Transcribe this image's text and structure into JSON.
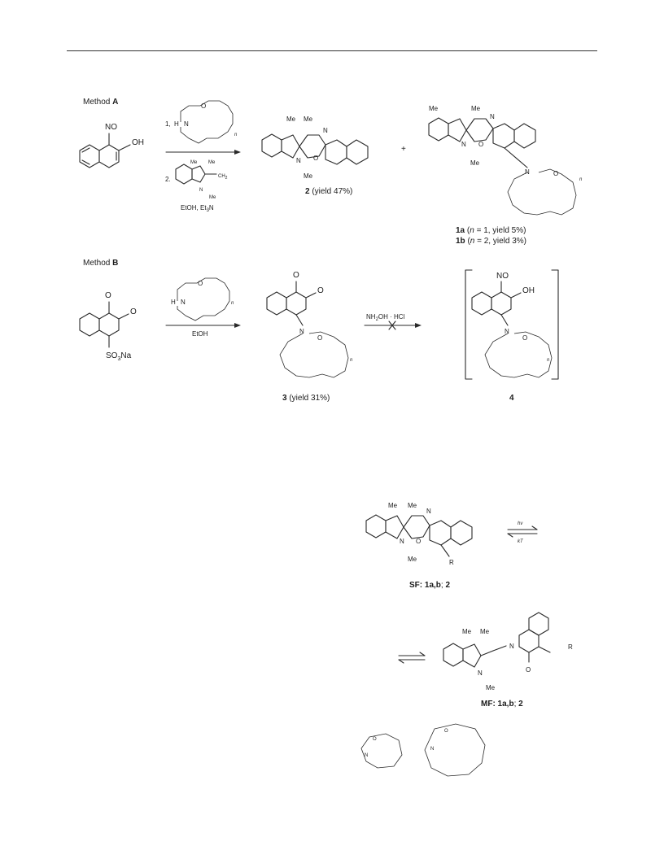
{
  "method_a": {
    "label_prefix": "Method ",
    "label_letter": "A",
    "reactant_groups": {
      "no": "NO",
      "oh": "OH"
    },
    "step1": {
      "number": "1,",
      "h": "H",
      "n": "N",
      "o": "O",
      "sub": "n"
    },
    "step2": {
      "number": "2.",
      "me1": "Me",
      "me2": "Me",
      "ch2": "CH",
      "ch2_sub": "2",
      "n": "N",
      "me3": "Me"
    },
    "conditions": {
      "etoh": "EtOH, Et",
      "et3_sub": "3",
      "n": "N"
    },
    "plus": "+",
    "product2": {
      "me1": "Me",
      "me2": "Me",
      "n_ring": "N",
      "n_indoline": "N",
      "o": "O",
      "me3": "Me",
      "caption_num": "2",
      "caption_text": " (yield 47%)"
    },
    "product1": {
      "me1": "Me",
      "me2": "Me",
      "n_ring": "N",
      "n_indoline": "N",
      "o": "O",
      "me3": "Me",
      "crown_n": "N",
      "crown_o": "O",
      "sub": "n",
      "caption_a_num": "1a",
      "caption_a_open": " (",
      "caption_a_n": "n",
      "caption_a_text": " = 1, yield 5%)",
      "caption_b_num": "1b",
      "caption_b_open": " (",
      "caption_b_n": "n",
      "caption_b_text": " = 2, yield 3%)"
    }
  },
  "method_b": {
    "label_prefix": "Method ",
    "label_letter": "B",
    "reactant": {
      "o1": "O",
      "o2": "O",
      "so3": "SO",
      "so3_sub": "3",
      "na": "Na"
    },
    "reagent": {
      "h": "H",
      "n": "N",
      "o": "O",
      "sub": "n",
      "conditions": "EtOH"
    },
    "product3": {
      "o1": "O",
      "o2": "O",
      "n": "N",
      "o": "O",
      "sub": "n",
      "caption_num": "3",
      "caption_text": " (yield 31%)"
    },
    "arrow_reagent": {
      "nh": "NH",
      "nh_sub": "2",
      "rest": "OH · HCl"
    },
    "product4": {
      "no": "NO",
      "oh": "OH",
      "n": "N",
      "o": "O",
      "sub": "n",
      "caption_num": "4"
    }
  },
  "equilibrium": {
    "sf": {
      "me1": "Me",
      "me2": "Me",
      "n_ring": "N",
      "n_indoline": "N",
      "o": "O",
      "me3": "Me",
      "r": "R",
      "caption_bold": "SF: 1a,b",
      "caption_sep": "; ",
      "caption_last": "2"
    },
    "arrow_top": "hν",
    "arrow_bottom": "kT",
    "mf": {
      "me1": "Me",
      "me2": "Me",
      "n_imine": "N",
      "n_indoline": "N",
      "o": "O",
      "me3": "Me",
      "r": "R",
      "caption_bold": "MF: 1a,b",
      "caption_sep": "; ",
      "caption_last": "2"
    }
  },
  "crowns": {
    "small_o": "O",
    "small_n": "N",
    "large_o": "O",
    "large_n": "N"
  }
}
